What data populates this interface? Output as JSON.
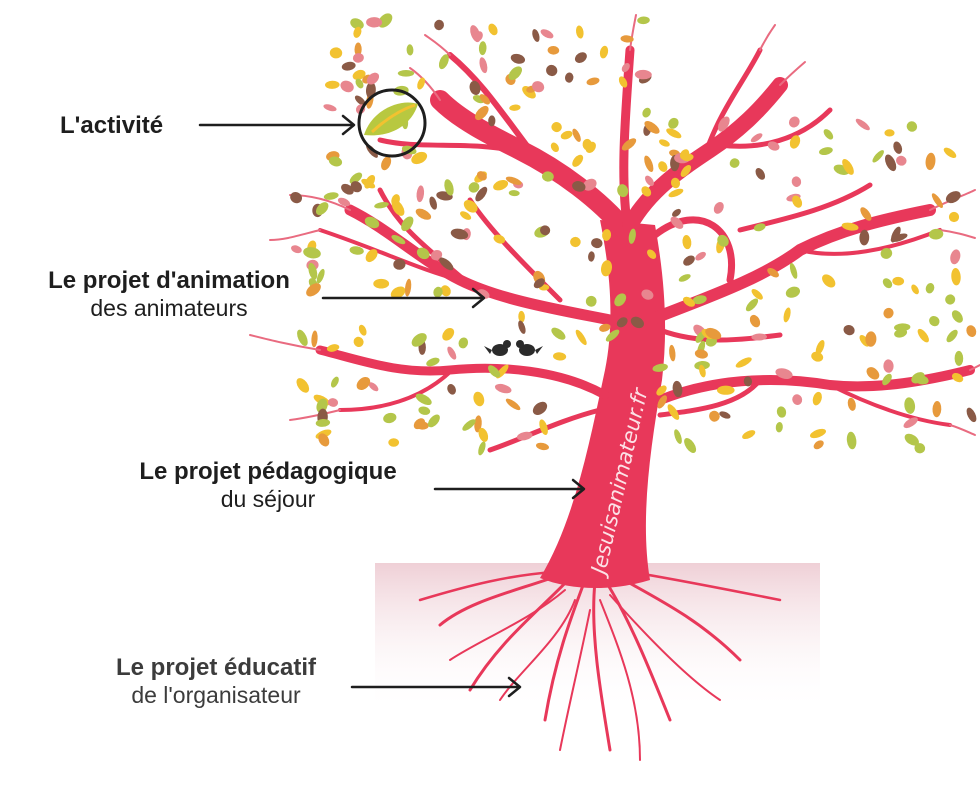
{
  "labels": [
    {
      "title": "L'activité",
      "subtitle": ""
    },
    {
      "title": "Le projet d'animation",
      "subtitle": "des animateurs"
    },
    {
      "title": "Le projet pédagogique",
      "subtitle": "du séjour"
    },
    {
      "title": "Le projet éducatif",
      "subtitle": "de l'organisateur"
    }
  ],
  "watermark": "Jesuisanimateur.fr",
  "colors": {
    "trunk": "#e8385a",
    "branch_light": "#e96b80",
    "soil": "#f1d2d8",
    "arrow": "#1e1e1e",
    "leaf_yellow": "#f2c230",
    "leaf_green": "#b4c64a",
    "leaf_orange": "#e79a3c",
    "leaf_brown": "#8a5a46",
    "leaf_pink": "#e8868f",
    "bird": "#2b2b2b"
  },
  "icons": [
    "leaf-icon",
    "birds-icon"
  ]
}
